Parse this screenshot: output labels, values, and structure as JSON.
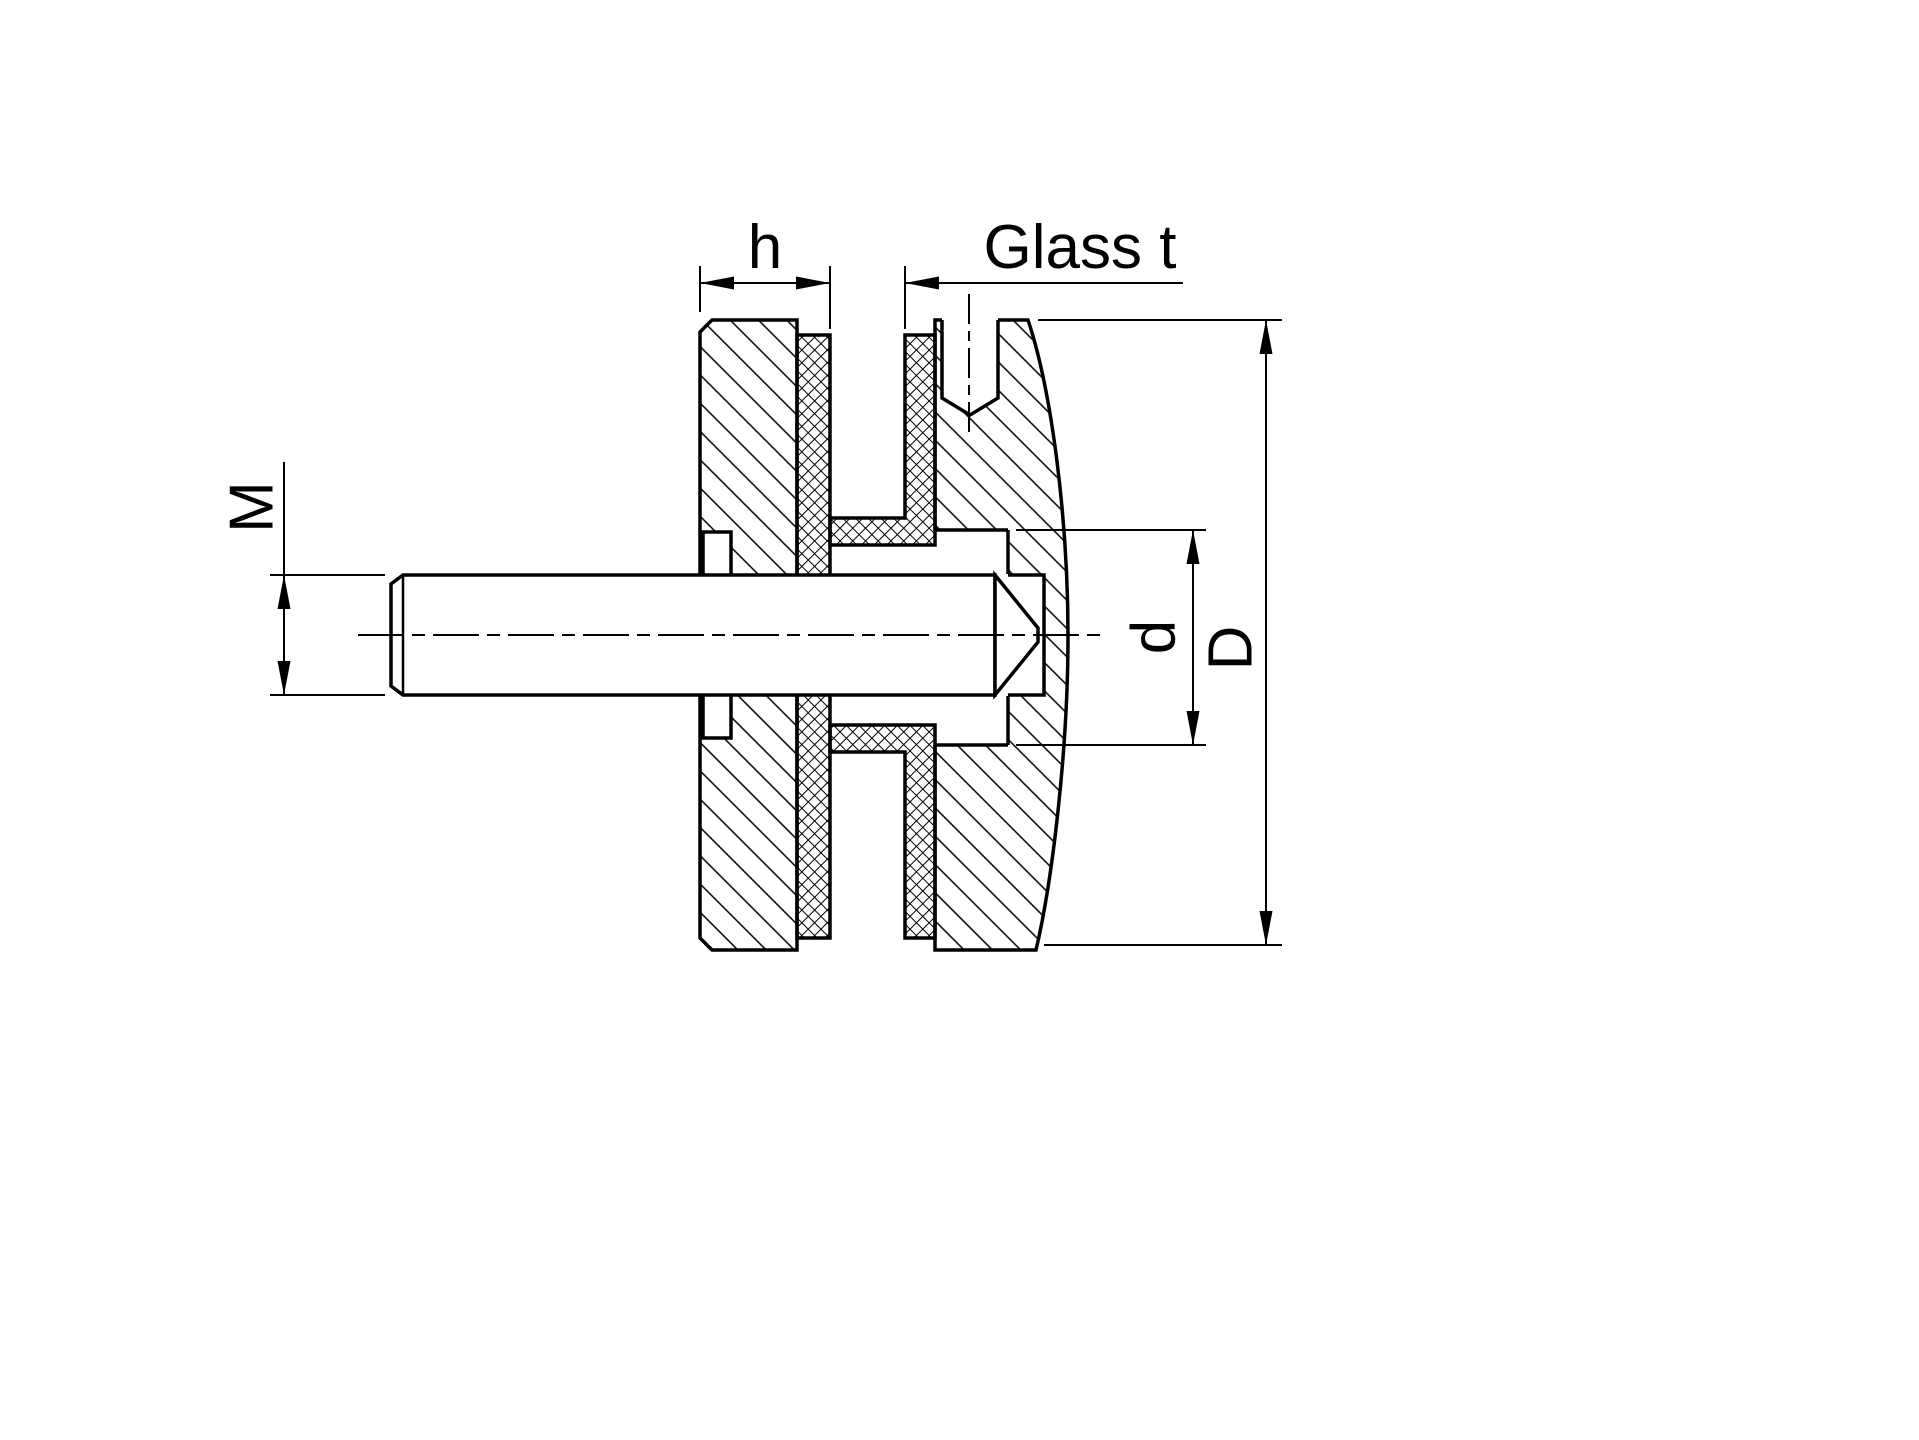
{
  "labels": {
    "h": "h",
    "glass_t": "Glass t",
    "m": "M",
    "d": "d",
    "d_outer": "D"
  },
  "drawing_colors": {
    "line": "#000000",
    "background": "#ffffff"
  }
}
